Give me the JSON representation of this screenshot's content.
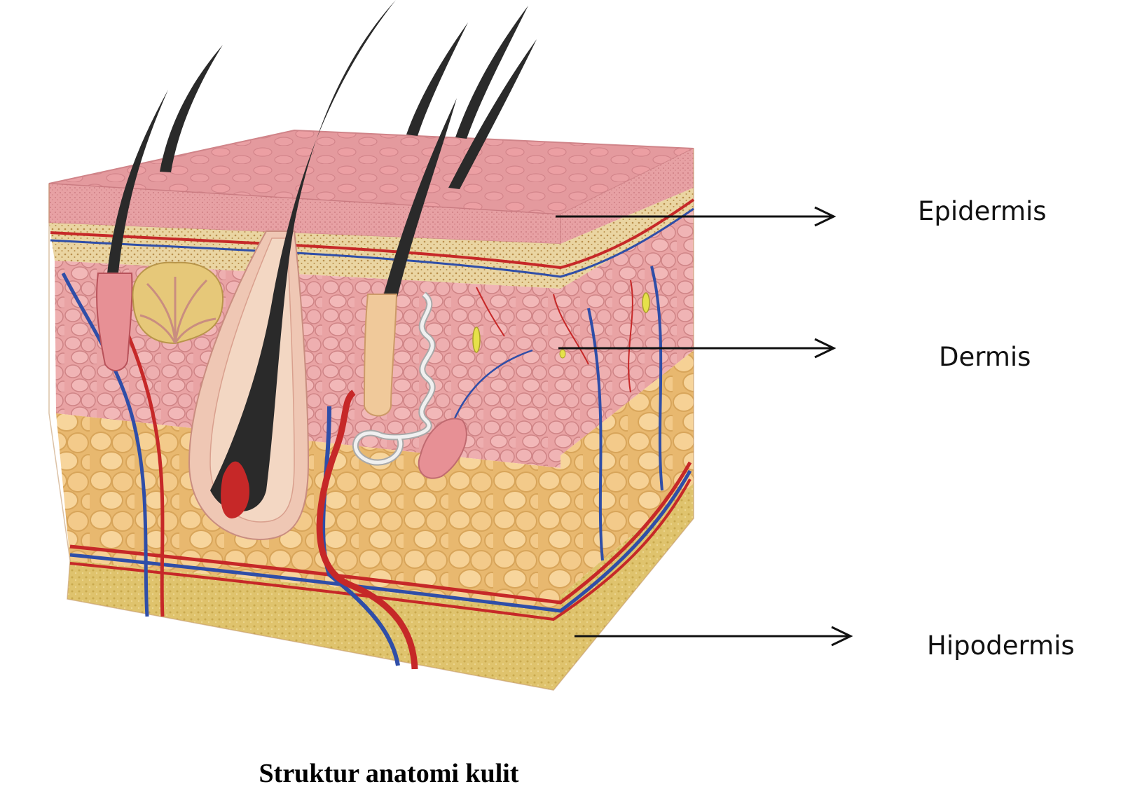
{
  "diagram": {
    "labels": {
      "epidermis": "Epidermis",
      "dermis": "Dermis",
      "hypodermis": "Hipodermis"
    },
    "caption": "Struktur anatomi kulit"
  },
  "colors": {
    "epidermis_pink": "#e7a1a4",
    "epidermis_dark": "#d98489",
    "papillary_yellow": "#ead5a2",
    "dermis_pink": "#e9a3a4",
    "fat_yellow": "#f2c889",
    "base_yellow": "#dfc36d",
    "artery_red": "#c62828",
    "vein_blue": "#2f4ea8",
    "hair_black": "#2a2a2a",
    "gland_tan": "#e6c879",
    "sweat_coil": "#eaeaea"
  }
}
